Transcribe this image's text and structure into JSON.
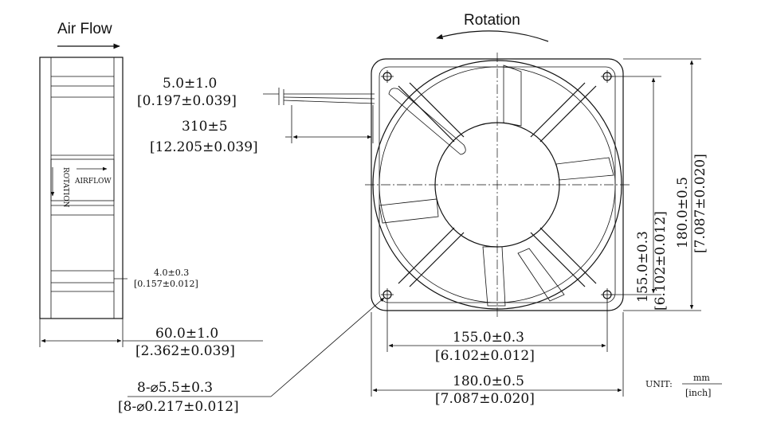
{
  "side_view": {
    "title": "Air Flow",
    "label_rotation": "ROTATION",
    "label_airflow": "AIRFLOW",
    "lip_mm": "4.0±0.3",
    "lip_inch": "[0.157±0.012]",
    "width_mm": "60.0±1.0",
    "width_inch": "[2.362±0.039]"
  },
  "lead": {
    "strip_mm": "5.0±1.0",
    "strip_inch": "[0.197±0.039]",
    "length_mm": "310±5",
    "length_inch": "[12.205±0.039]"
  },
  "front_view": {
    "title": "Rotation",
    "hole_spacing_mm": "155.0±0.3",
    "hole_spacing_inch": "[6.102±0.012]",
    "frame_mm": "180.0±0.5",
    "frame_inch": "[7.087±0.020]",
    "holes_mm": "8-⌀5.5±0.3",
    "holes_inch": "[8-⌀0.217±0.012]"
  },
  "units": {
    "label": "UNIT:",
    "top": "mm",
    "bottom": "[inch]"
  }
}
